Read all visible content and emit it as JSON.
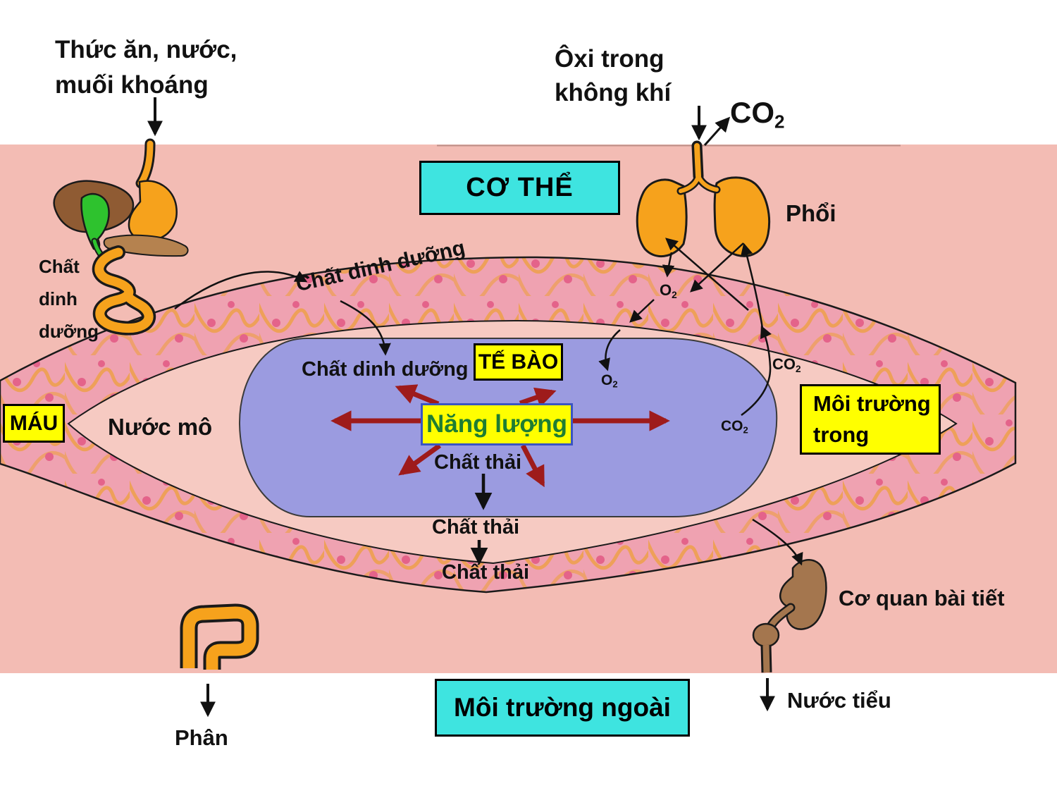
{
  "colors": {
    "body_pink": "#f3bcb4",
    "tissue_fluid_pink": "#f6cac2",
    "vessel_pink": "#efa2b1",
    "vessel_wave_orange": "#efa050",
    "vessel_dot_pink": "#e4638a",
    "cell_blue": "#9b9be0",
    "box_cyan": "#3ee4e0",
    "box_yellow": "#ffff00",
    "energy_text_green": "#1e7d32",
    "energy_border_blue": "#3a55c2",
    "arrow_red": "#9e1b1b",
    "organ_orange": "#f6a21c",
    "liver_brown": "#8f5b33",
    "pancreas_tan": "#b5824f",
    "kidney_brown": "#a4764e",
    "gallbladder_green": "#2ec22e"
  },
  "top": {
    "food_label": {
      "line1": "Thức ăn, nước,",
      "line2": "muối khoáng"
    },
    "oxygen_label": {
      "line1": "Ôxi trong",
      "line2": "không khí"
    },
    "co2_label": {
      "base": "CO",
      "sub": "2"
    },
    "body_box": "CƠ THỂ",
    "lungs_label": "Phổi"
  },
  "left": {
    "nutrient_lines": {
      "line1": "Chất",
      "line2": "dinh",
      "line3": "dưỡng"
    },
    "blood_box": "MÁU",
    "tissue_fluid_label": "Nước mô"
  },
  "vessel": {
    "nutrient_label": "Chất dinh dưỡng",
    "o2": {
      "base": "O",
      "sub": "2"
    },
    "co2": {
      "base": "CO",
      "sub": "2"
    }
  },
  "cell": {
    "nutrient_label": "Chất dinh dưỡng",
    "name_box": "TẾ BÀO",
    "energy_box": "Năng lượng",
    "waste_label": "Chất thải",
    "o2": {
      "base": "O",
      "sub": "2"
    },
    "co2": {
      "base": "CO",
      "sub": "2"
    }
  },
  "right": {
    "internal_env_box": {
      "line1": "Môi trường",
      "line2": "trong"
    },
    "excretory_label": "Cơ quan bài tiết",
    "urine_label": "Nước tiểu"
  },
  "bottom": {
    "waste_label_1": "Chất thải",
    "waste_label_2": "Chất thải",
    "external_env_box": "Môi trường ngoài",
    "feces_label": "Phân"
  }
}
